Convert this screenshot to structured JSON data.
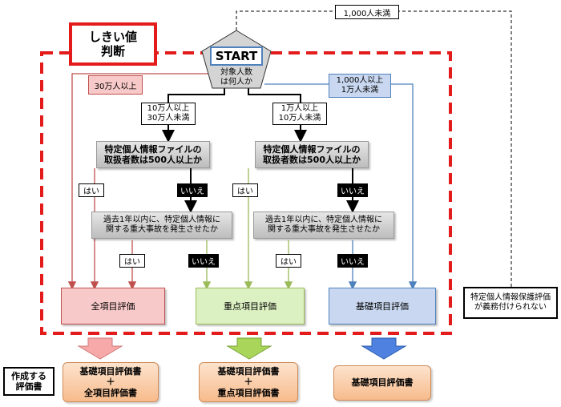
{
  "threshold": {
    "title": "しきい値\n判断"
  },
  "start": {
    "label": "START",
    "question": "対象人数\nは何人か"
  },
  "branches": {
    "over300k": "30万人以上",
    "b100k_300k": "10万人以上\n30万人未満",
    "b10k_100k": "1万人以上\n10万人未満",
    "b1k_10k": "1,000人以上\n1万人未満",
    "under1k": "1,000人未満"
  },
  "questions": {
    "handlers_left": "特定個人情報ファイルの\n取扱者数は500人以上か",
    "handlers_right": "特定個人情報ファイルの\n取扱者数は500人以上か",
    "incident_left": "過去1年以内に、特定個人情報に\n関する重大事故を発生させたか",
    "incident_right": "過去1年以内に、特定個人情報に\n関する重大事故を発生させたか"
  },
  "answers": {
    "yes": "はい",
    "no": "いいえ"
  },
  "results": {
    "full": "全項目評価",
    "priority": "重点項目評価",
    "basic": "基礎項目評価"
  },
  "not_required": "特定個人情報保護評価\nが義務付けられない",
  "output": {
    "label": "作成する\n評価書",
    "full": "基礎項目評価書\n＋\n全項目評価書",
    "priority": "基礎項目評価書\n＋\n重点項目評価書",
    "basic": "基礎項目評価書"
  },
  "colors": {
    "dash_red": "#e31b1b",
    "full": "#f8c9c9",
    "priority": "#dcf1c2",
    "basic": "#c9d8f0"
  }
}
